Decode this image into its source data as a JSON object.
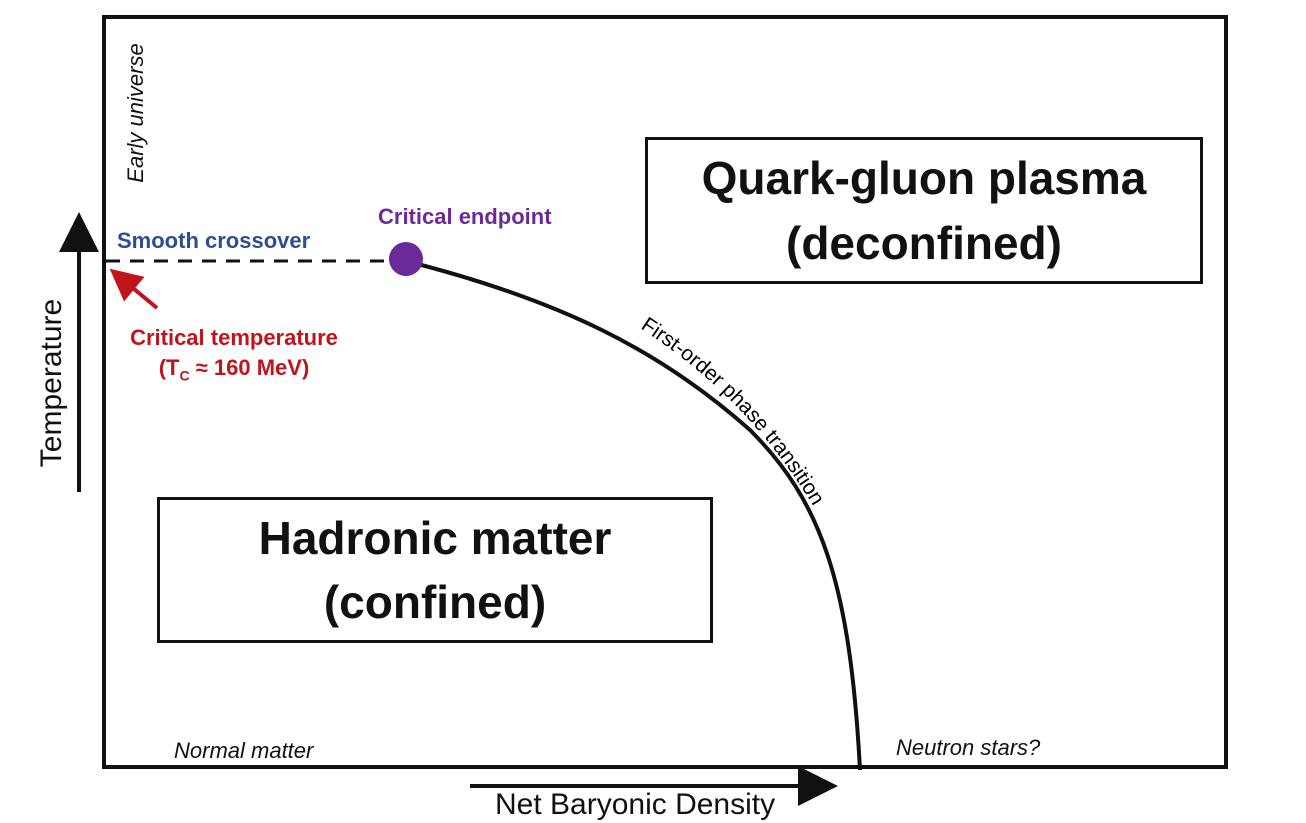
{
  "regions": {
    "qgp": {
      "line1": "Quark-gluon plasma",
      "line2": "(deconfined)"
    },
    "hadronic": {
      "line1": "Hadronic matter",
      "line2": "(confined)"
    }
  },
  "labels": {
    "early_universe": "Early universe",
    "normal_matter": "Normal matter",
    "neutron_stars": "Neutron stars?",
    "smooth_crossover": "Smooth crossover",
    "critical_endpoint": "Critical endpoint",
    "critical_temperature": "Critical temperature",
    "tc_prefix": "(T",
    "tc_subscript": "C",
    "tc_suffix": " ≈ 160 MeV)",
    "first_order": "First-order phase transition"
  },
  "axes": {
    "y_label": "Temperature",
    "x_label": "Net Baryonic Density"
  },
  "colors": {
    "smooth_crossover": "#2e4f8f",
    "critical_endpoint": "#6a2a9a",
    "critical_temperature": "#c0141d",
    "outline": "#111111"
  }
}
